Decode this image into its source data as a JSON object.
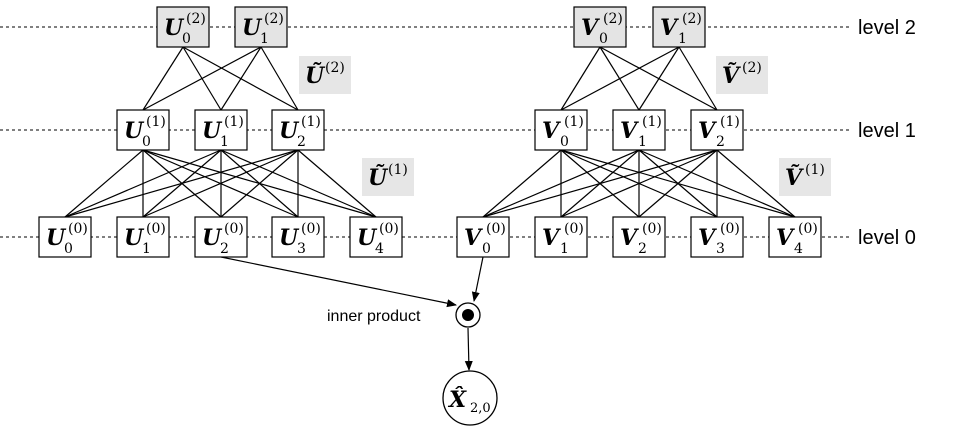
{
  "levels": [
    {
      "label": "level 2"
    },
    {
      "label": "level 1"
    },
    {
      "label": "level 0"
    }
  ],
  "U_tree": {
    "symbol": "U",
    "level2": [
      {
        "sub": "0",
        "sup": "(2)"
      },
      {
        "sub": "1",
        "sup": "(2)"
      }
    ],
    "level1": [
      {
        "sub": "0",
        "sup": "(1)"
      },
      {
        "sub": "1",
        "sup": "(1)"
      },
      {
        "sub": "2",
        "sup": "(1)"
      }
    ],
    "level0": [
      {
        "sub": "0",
        "sup": "(0)"
      },
      {
        "sub": "1",
        "sup": "(0)"
      },
      {
        "sub": "2",
        "sup": "(0)"
      },
      {
        "sub": "3",
        "sup": "(0)"
      },
      {
        "sub": "4",
        "sup": "(0)"
      }
    ],
    "transfer2": {
      "symbol": "Ũ",
      "sup": "(2)"
    },
    "transfer1": {
      "symbol": "Ũ",
      "sup": "(1)"
    }
  },
  "V_tree": {
    "symbol": "V",
    "level2": [
      {
        "sub": "0",
        "sup": "(2)"
      },
      {
        "sub": "1",
        "sup": "(2)"
      }
    ],
    "level1": [
      {
        "sub": "0",
        "sup": "(1)"
      },
      {
        "sub": "1",
        "sup": "(1)"
      },
      {
        "sub": "2",
        "sup": "(1)"
      }
    ],
    "level0": [
      {
        "sub": "0",
        "sup": "(0)"
      },
      {
        "sub": "1",
        "sup": "(0)"
      },
      {
        "sub": "2",
        "sup": "(0)"
      },
      {
        "sub": "3",
        "sup": "(0)"
      },
      {
        "sub": "4",
        "sup": "(0)"
      }
    ],
    "transfer2": {
      "symbol": "Ṽ",
      "sup": "(2)"
    },
    "transfer1": {
      "symbol": "Ṽ",
      "sup": "(1)"
    }
  },
  "inner_product": {
    "label": "inner product"
  },
  "output": {
    "symbol": "X̂",
    "sub": "2,0"
  },
  "colors": {
    "line": "#000000",
    "box_fill": "#ffffff",
    "top_fill": "#e4e4e4",
    "label_fill": "#e6e6e6"
  }
}
